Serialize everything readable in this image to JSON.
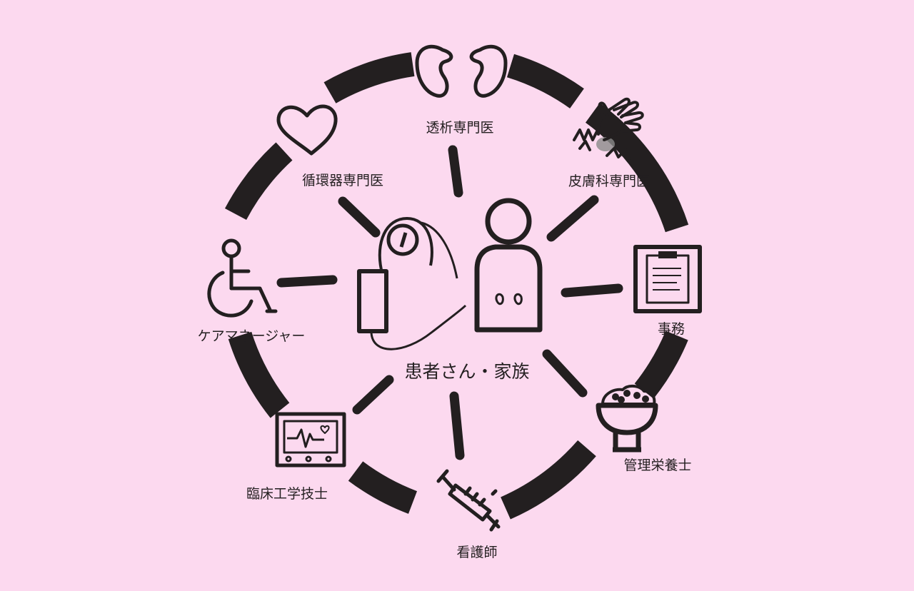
{
  "center": {
    "label": "患者さん・家族",
    "icons": [
      "person-icon",
      "dialysis-machine-icon"
    ]
  },
  "roles": [
    {
      "id": "dialysis",
      "label": "透析専門医",
      "icon": "kidney-icon"
    },
    {
      "id": "dermatology",
      "label": "皮膚科専門医",
      "icon": "itchy-hand-icon"
    },
    {
      "id": "office",
      "label": "事務",
      "icon": "clipboard-icon"
    },
    {
      "id": "dietitian",
      "label": "管理栄養士",
      "icon": "rice-bowl-icon"
    },
    {
      "id": "nurse",
      "label": "看護師",
      "icon": "syringe-icon"
    },
    {
      "id": "engineer",
      "label": "臨床工学技士",
      "icon": "monitor-icon"
    },
    {
      "id": "care-manager",
      "label": "ケアマネージャー",
      "icon": "wheelchair-icon"
    },
    {
      "id": "cardiology",
      "label": "循環器専門医",
      "icon": "heart-icon"
    }
  ],
  "colors": {
    "background": "#fcd9ef",
    "ink": "#231f20",
    "smudge": "#8a8a8a"
  }
}
